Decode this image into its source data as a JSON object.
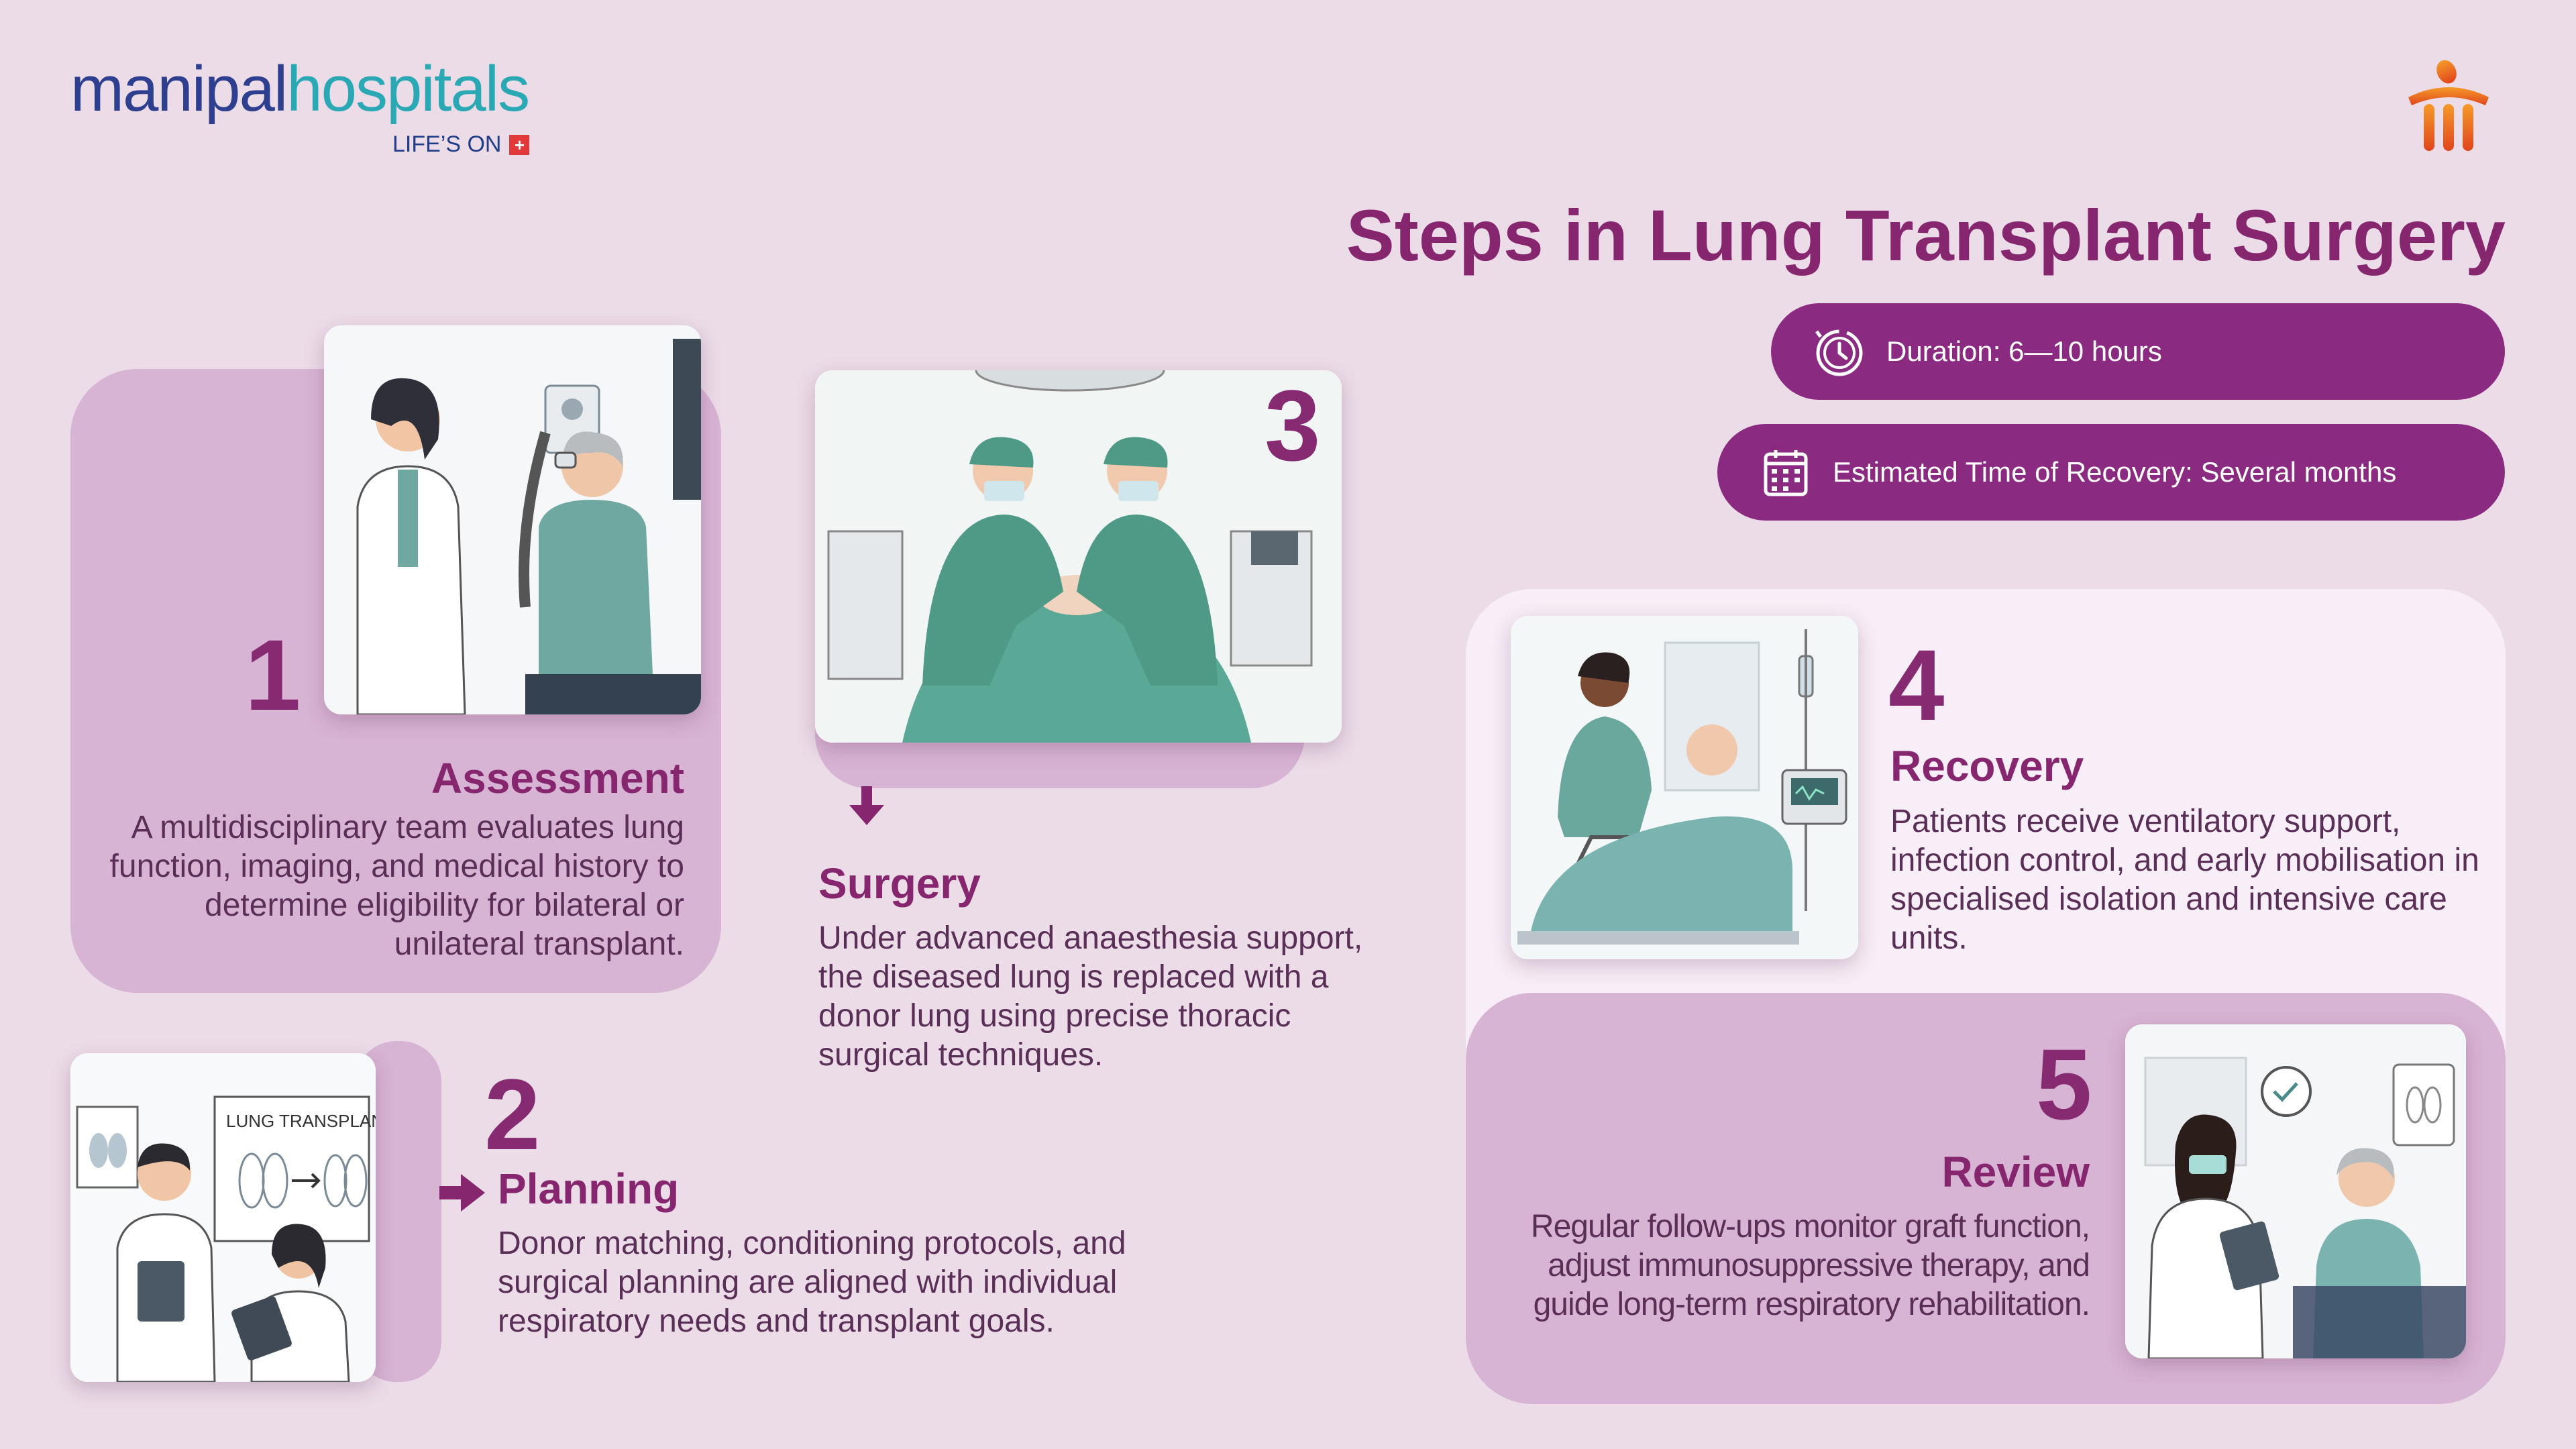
{
  "logo": {
    "part1": "manipal",
    "part2": "hospitals",
    "tagline": "LIFE’S ON",
    "tagline_mark": "+"
  },
  "title": "Steps in Lung Transplant Surgery",
  "info_pills": [
    {
      "icon": "stopwatch-icon",
      "text": "Duration: 6—10 hours"
    },
    {
      "icon": "calendar-icon",
      "text": "Estimated Time of Recovery: Several months"
    }
  ],
  "steps": [
    {
      "number": "1",
      "title": "Assessment",
      "text": "A multidisciplinary team evaluates lung function, imaging, and medical history to determine eligibility for bilateral or unilateral transplant."
    },
    {
      "number": "2",
      "title": "Planning",
      "text": "Donor matching, conditioning protocols, and surgical planning are aligned with individual respiratory needs and transplant goals.",
      "image_label": "LUNG TRANSPLANT"
    },
    {
      "number": "3",
      "title": "Surgery",
      "text": "Under advanced anaesthesia support, the diseased lung is replaced with a donor lung using precise thoracic surgical techniques."
    },
    {
      "number": "4",
      "title": "Recovery",
      "text": "Patients receive ventilatory support, infection control, and early mobilisation in specialised isolation and intensive care units."
    },
    {
      "number": "5",
      "title": "Review",
      "text": "Regular follow-ups monitor graft function, adjust immunosuppressive therapy, and guide long-term respiratory rehabilitation."
    }
  ],
  "colors": {
    "accent": "#86266f",
    "pill": "#8a2a80",
    "panel": "#d8b4d4",
    "background": "#ecdce8"
  }
}
